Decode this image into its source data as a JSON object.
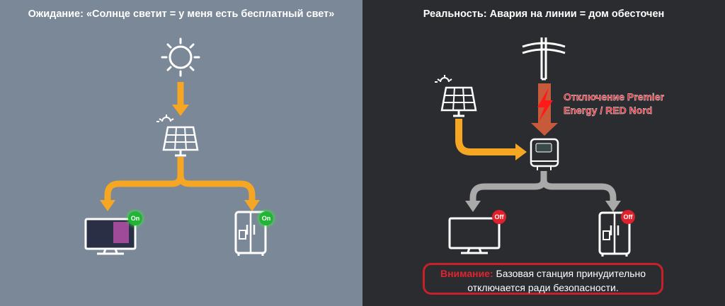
{
  "left": {
    "title": "Ожидание: «Солнце светит = у меня есть бесплатный свет»",
    "tv_status": "On",
    "fridge_status": "On",
    "flow_color": "#f5a623"
  },
  "right": {
    "title": "Реальность: Авария на линии = дом обесточен",
    "outage_label_line1": "Отключение Premier",
    "outage_label_line2": "Energy / RED Nord",
    "tv_status": "Off",
    "fridge_status": "Off",
    "warning_prefix": "Внимание:",
    "warning_text_line1": "Базовая станция принудительно",
    "warning_text_line2": "отключается ради безопасности.",
    "accent_color": "#e0202a"
  }
}
